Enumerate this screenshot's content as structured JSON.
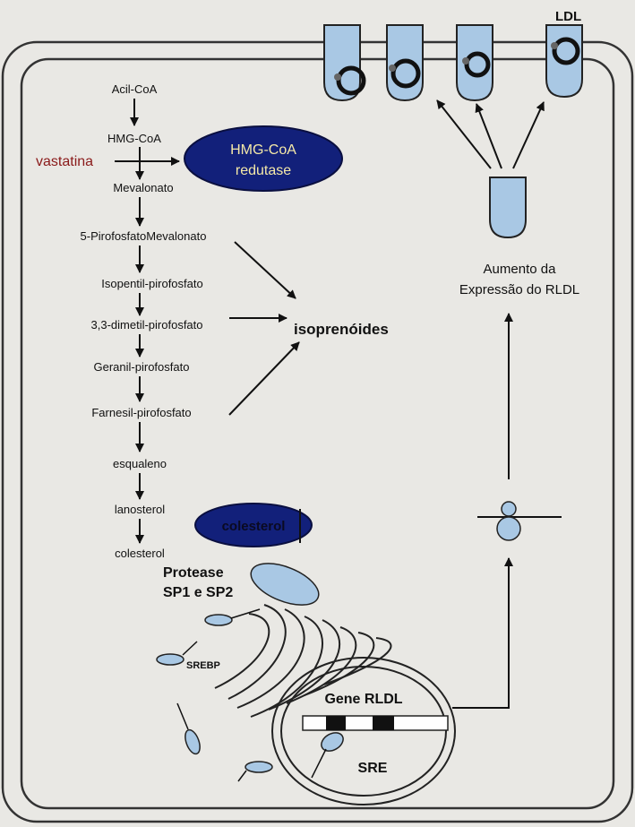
{
  "pathway": {
    "acil_coa": "Acil-CoA",
    "hmg_coa": "HMG-CoA",
    "vastatina": "vastatina",
    "mevalonato": "Mevalonato",
    "pirofosfatomevalonato": "5-PirofosfatoMevalonato",
    "isopentil": "Isopentil-pirofosfato",
    "dimetil": "3,3-dimetil-pirofosfato",
    "geranil": "Geranil-pirofosfato",
    "farnesil": "Farnesil-pirofosfato",
    "esqualeno": "esqualeno",
    "lanosterol": "lanosterol",
    "colesterol": "colesterol"
  },
  "enzyme": {
    "line1": "HMG-CoA",
    "line2": "redutase"
  },
  "isoprenoides": "isoprenóides",
  "cholesterol_oval": "colesterol",
  "protease": {
    "line1": "Protease",
    "line2": "SP1 e SP2"
  },
  "srebp": "SREBP",
  "nucleus": {
    "gene": "Gene RLDL",
    "sre": "SRE"
  },
  "expression": {
    "line1": "Aumento da",
    "line2": "Expressão do RLDL"
  },
  "ldl": "LDL",
  "colors": {
    "enzyme_fill": "#12207a",
    "receptor_fill": "#a9c8e4",
    "vastatina": "#8a1a1a"
  }
}
